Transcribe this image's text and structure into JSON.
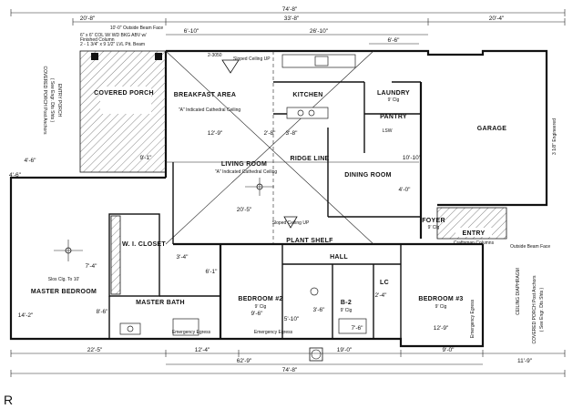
{
  "header": {
    "overall_top": "74'-8\"",
    "dim_left": "20'-8\"",
    "dim_mid": "33'-8\"",
    "dim_right": "20'-4\"",
    "dim_6_10": "6'-10\"",
    "dim_26_10": "26'-10\"",
    "dim_6_6": "6'-6\"",
    "outside_beam_note": "10'-0\" Outside Beam Face",
    "column_note_1": "6\" x 6\" COL W/ WD BKG ABV w/",
    "column_note_2": "Finished Column",
    "column_note_3": "2 - 1 3/4\" x 9 1/2\" LVL Pit. Beam",
    "dim_2_3050": "2-3050",
    "sloped_ceiling_top": "Sloped Ceiling UP"
  },
  "rooms": {
    "covered_porch": "COVERED PORCH",
    "breakfast_area": "BREAKFAST AREA",
    "breakfast_note": "\"A\" Indicated Cathedral Ceiling",
    "kitchen": "KITCHEN",
    "laundry": "LAUNDRY",
    "laundry_clg": "9' Clg",
    "pantry": "PANTRY",
    "lsw": "LSW",
    "garage": "GARAGE",
    "living_room": "LIVING ROOM",
    "living_note": "\"A\" Indicated Cathedral Ceiling",
    "ridge_line": "RIDGE LINE",
    "dining_room": "DINING ROOM",
    "foyer": "FOYER",
    "foyer_clg": "9' Clg",
    "entry": "ENTRY",
    "plant_shelf": "PLANT SHELF",
    "sloped_ceiling_center": "Sloped Ceiling UP",
    "wi_closet": "W. I. CLOSET",
    "master_bedroom": "MASTER BEDROOM",
    "master_slope": "Slos Clg. To 10'",
    "master_bath": "MASTER BATH",
    "hall": "HALL",
    "lc": "LC",
    "bedroom2": "BEDROOM #2",
    "bedroom2_clg": "9' Clg",
    "bedroom3": "BEDROOM #3",
    "bedroom3_clg": "9' Clg",
    "bath2": "B-2",
    "bath2_clg": "9' Clg",
    "egress_1": "Emergency Egress",
    "egress_2": "Emergency Egress",
    "egress_3": "Emergency Egress",
    "column_note": "Craftsman Columns",
    "beam_note": "Outside Beam Face",
    "garage_side": "3 1/8\" Engineered"
  },
  "left_notes": {
    "porch_vertical": "COVERED PORCH Post Anchors",
    "porch_vertical_2": "( See Engr. Dts Shts )",
    "porch_vertical_3": "ENTRY PORCH"
  },
  "right_notes": {
    "porch_vertical": "COVERED PORCH Post Anchors",
    "porch_vertical_2": "( See Engr. Dts Shts )",
    "ceiling_note": "CEILING DIAPHRAGM"
  },
  "dims_inner": {
    "d_12_9": "12'-9\"",
    "d_2_8": "2'-8\"",
    "d_3_8": "3'-8\"",
    "d_9_1": "9'-1\"",
    "d_4_6": "4'-6\"",
    "d_20_5": "20'-5\"",
    "d_10_10": "10'-10\"",
    "d_4_0": "4'-0\"",
    "d_7_4": "7'-4\"",
    "d_14_2": "14'-2\"",
    "d_8_6": "8'-6\"",
    "d_9_6": "9'-6\"",
    "d_3_6": "3'-6\"",
    "d_2_4": "2'-4\"",
    "d_12_9b": "12'-9\"",
    "d_5_10": "5'-10\"",
    "d_7_6": "7'-6\"",
    "d_6_1": "6'-1\"",
    "d_3_4": "3'-4\""
  },
  "footer": {
    "dim_22_5": "22'-5\"",
    "dim_12_4": "12'-4\"",
    "dim_19_0": "19'-0\"",
    "dim_9_0": "9'-0\"",
    "dim_11_9": "11'-9\"",
    "dim_62_9": "62'-9\"",
    "overall_bottom": "74'-8\"",
    "dim_4_6": "4'-6\""
  },
  "watermark": "R",
  "colors": {
    "line": "#111111",
    "background": "#ffffff",
    "hatch": "#555555"
  }
}
